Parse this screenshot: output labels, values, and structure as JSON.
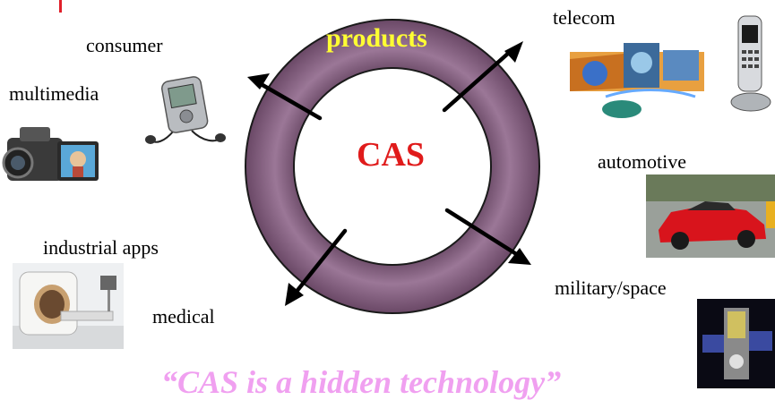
{
  "diagram": {
    "center_label": "CAS",
    "ring_label": "products",
    "bottom_caption": "“CAS is a hidden technology”",
    "labels": {
      "consumer": "consumer",
      "multimedia": "multimedia",
      "industrial": "industrial apps",
      "medical": "medical",
      "telecom": "telecom",
      "automotive": "automotive",
      "military": "military/space"
    },
    "colors": {
      "ring": "#8a6484",
      "center_text": "#e01b1b",
      "ring_text": "#ffff33",
      "caption": "#f0a0f0"
    }
  }
}
